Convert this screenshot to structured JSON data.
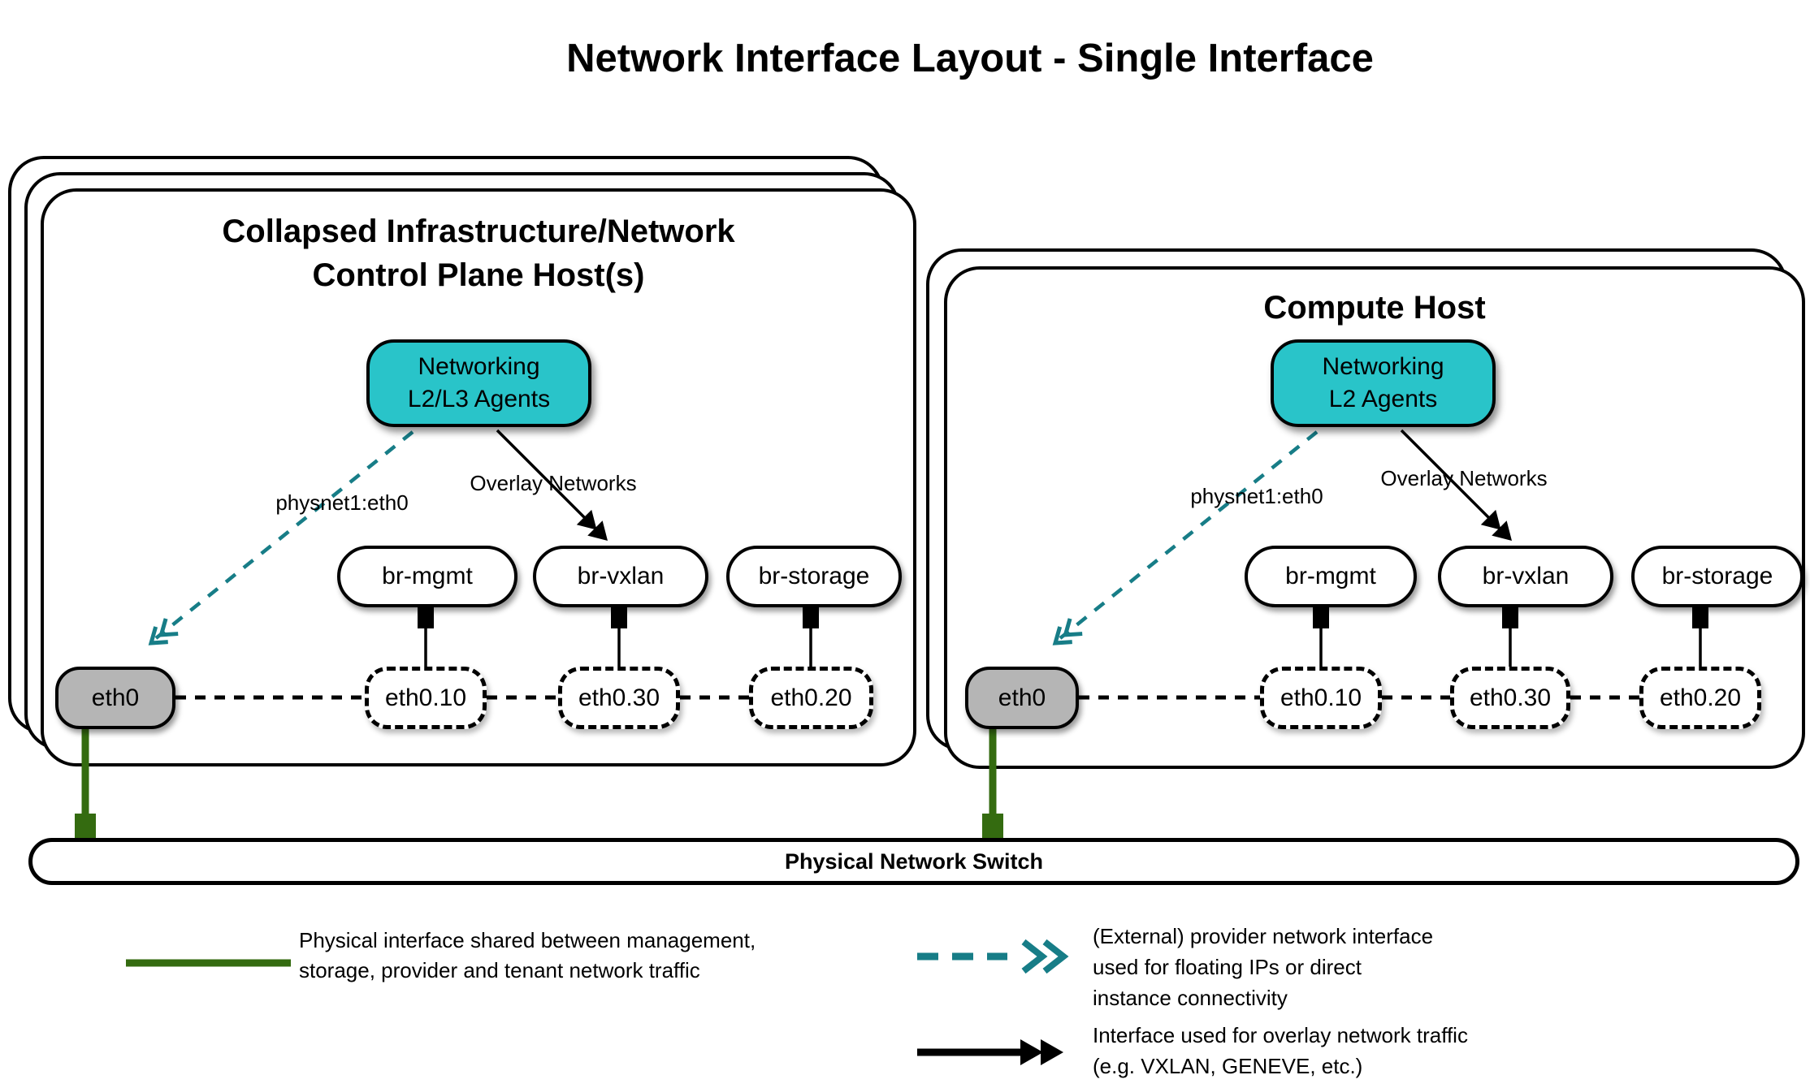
{
  "title": "Network Interface Layout - Single Interface",
  "hosts": [
    {
      "title_line1": "Collapsed Infrastructure/Network",
      "title_line2": "Control Plane Host(s)",
      "agent_line1": "Networking",
      "agent_line2": "L2/L3 Agents",
      "provider_label": "physnet1:eth0",
      "overlay_label": "Overlay Networks",
      "bridges": [
        "br-mgmt",
        "br-vxlan",
        "br-storage"
      ],
      "phys_if": "eth0",
      "vlans": [
        "eth0.10",
        "eth0.30",
        "eth0.20"
      ]
    },
    {
      "title_line1": "Compute Host",
      "agent_line1": "Networking",
      "agent_line2": "L2 Agents",
      "provider_label": "physnet1:eth0",
      "overlay_label": "Overlay Networks",
      "bridges": [
        "br-mgmt",
        "br-vxlan",
        "br-storage"
      ],
      "phys_if": "eth0",
      "vlans": [
        "eth0.10",
        "eth0.30",
        "eth0.20"
      ]
    }
  ],
  "switch_label": "Physical Network Switch",
  "legend": {
    "physical": {
      "line1": "Physical interface shared between management,",
      "line2": "storage, provider and tenant network traffic"
    },
    "provider": {
      "line1": "(External) provider network interface",
      "line2": "used for floating IPs or direct",
      "line3": "instance connectivity"
    },
    "overlay": {
      "line1": "Interface used for overlay network traffic",
      "line2": "(e.g. VXLAN, GENEVE, etc.)"
    }
  },
  "colors": {
    "agent_fill": "#29c4c9",
    "provider_line": "#177d87",
    "physical_line": "#346b10",
    "phys_if_fill": "#b5b5b5"
  }
}
